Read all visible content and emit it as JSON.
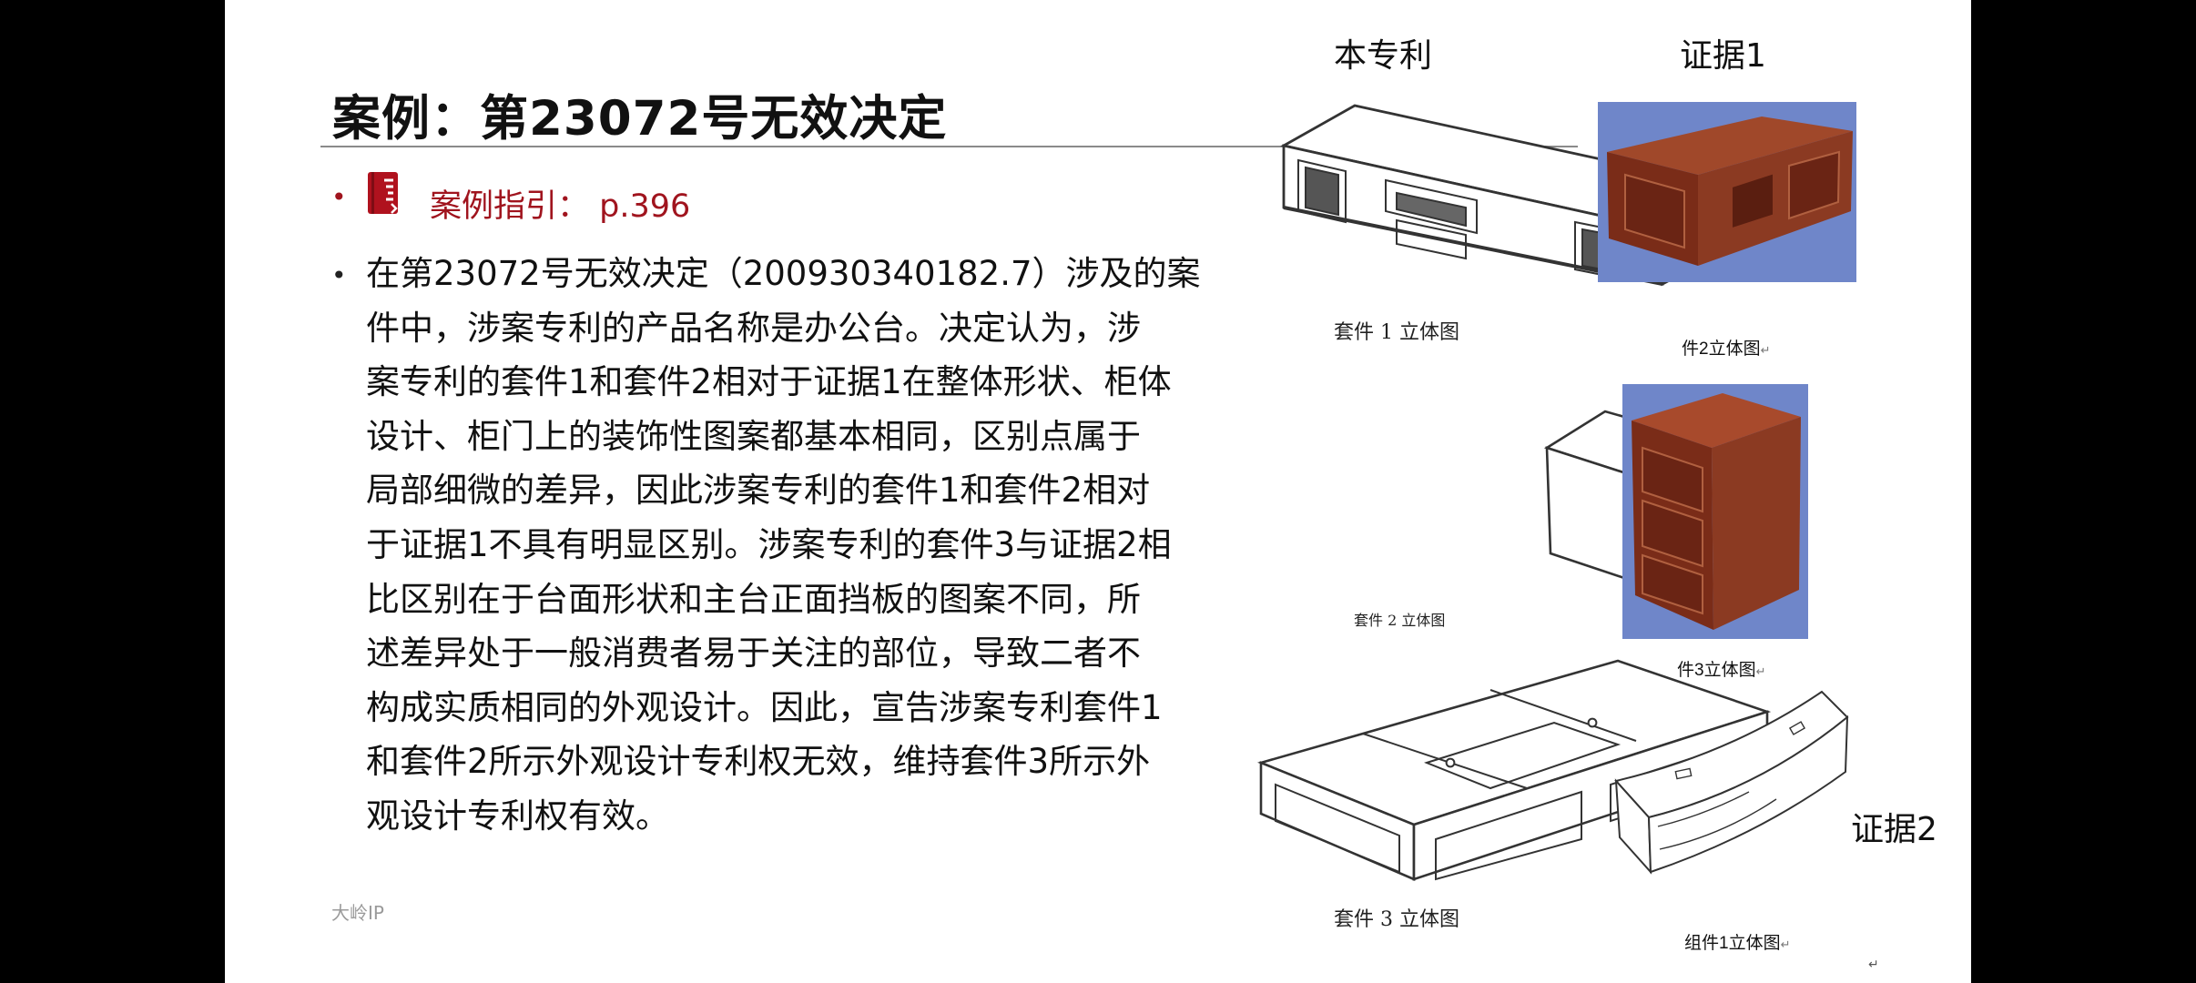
{
  "slide": {
    "title": "案例：第23072号无效决定",
    "guide_text": "案例指引： p.396",
    "body_lines": [
      "在第23072号无效决定（200930340182.7）涉及的案",
      "件中，涉案专利的产品名称是办公台。决定认为，涉",
      "案专利的套件1和套件2相对于证据1在整体形状、柜体",
      "设计、柜门上的装饰性图案都基本相同，区别点属于",
      "局部细微的差异，因此涉案专利的套件1和套件2相对",
      "于证据1不具有明显区别。涉案专利的套件3与证据2相",
      "比区别在于台面形状和主台正面挡板的图案不同，所",
      "述差异处于一般消费者易于关注的部位，导致二者不",
      "构成实质相同的外观设计。因此，宣告涉案专利套件1",
      "和套件2所示外观设计专利权无效，维持套件3所示外",
      "观设计专利权有效。"
    ],
    "footer": "大岭IP",
    "bullet": "•"
  },
  "figures": {
    "head_patent": "本专利",
    "head_evidence1": "证据1",
    "label_evidence2": "证据2",
    "caption_suite1": "套件 1 立体图",
    "caption_suite2": "套件 2 立体图",
    "caption_suite3": "套件 3 立体图",
    "caption_ev_item2": "件2立体图",
    "caption_ev_item3": "件3立体图",
    "caption_ev2_item1": "组件1立体图",
    "return_mark": "↵"
  },
  "colors": {
    "accent_red": "#a0141e",
    "wood": "#8b3a22",
    "wood_photo_bg": "#6f86c9"
  },
  "icons": {
    "guide": "book-icon"
  }
}
